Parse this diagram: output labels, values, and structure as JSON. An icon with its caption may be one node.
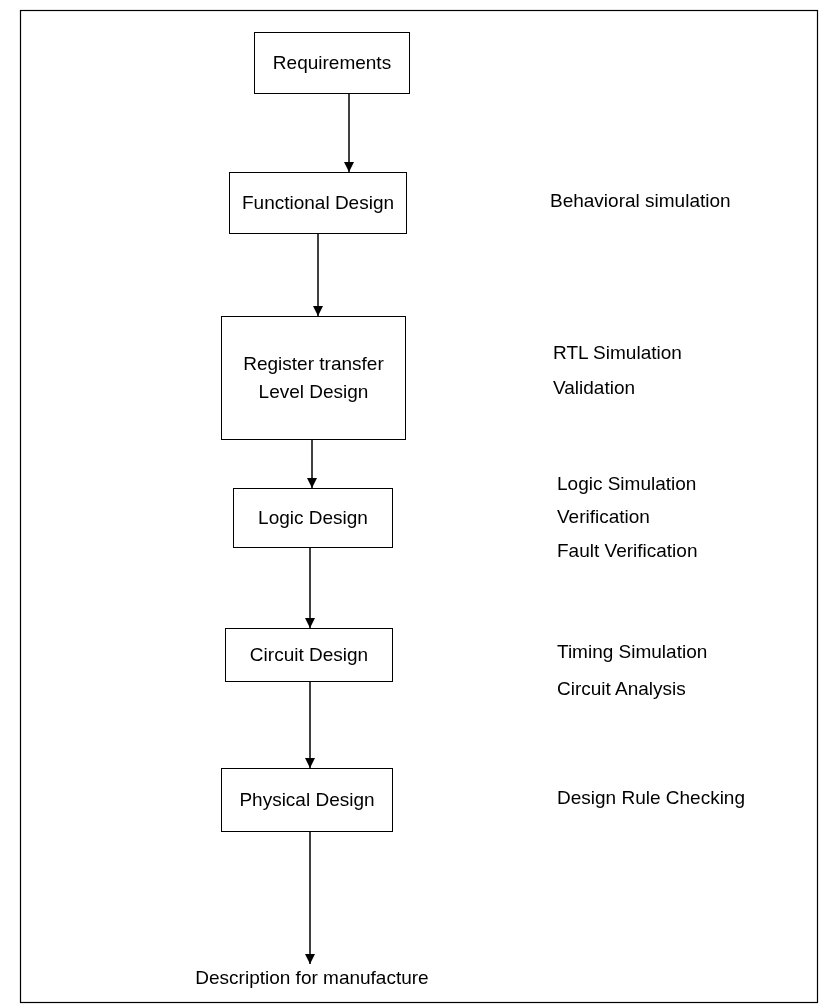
{
  "diagram": {
    "nodes": [
      {
        "text": [
          "Requirements"
        ]
      },
      {
        "text": [
          "Functional Design"
        ]
      },
      {
        "text": [
          "Register transfer Level Design"
        ]
      },
      {
        "text": [
          "Logic Design"
        ]
      },
      {
        "text": [
          "Circuit Design"
        ]
      },
      {
        "text": [
          "Physical Design"
        ]
      },
      {
        "text": [
          "Description for manufacture"
        ]
      }
    ],
    "edges": [
      {
        "from": 0,
        "to": 1,
        "arrow": "to"
      },
      {
        "from": 1,
        "to": 2,
        "arrow": "to"
      },
      {
        "from": 2,
        "to": 3,
        "arrow": "to"
      },
      {
        "from": 3,
        "to": 4,
        "arrow": "to"
      },
      {
        "from": 4,
        "to": 5,
        "arrow": "to"
      },
      {
        "from": 5,
        "to": 6,
        "arrow": "to"
      }
    ],
    "labels": [
      "Behavioral simulation",
      "RTL Simulation",
      "Validation",
      "Logic Simulation",
      "Verification",
      "Fault Verification",
      "Timing Simulation",
      "Circuit Analysis",
      "Design Rule Checking"
    ]
  }
}
